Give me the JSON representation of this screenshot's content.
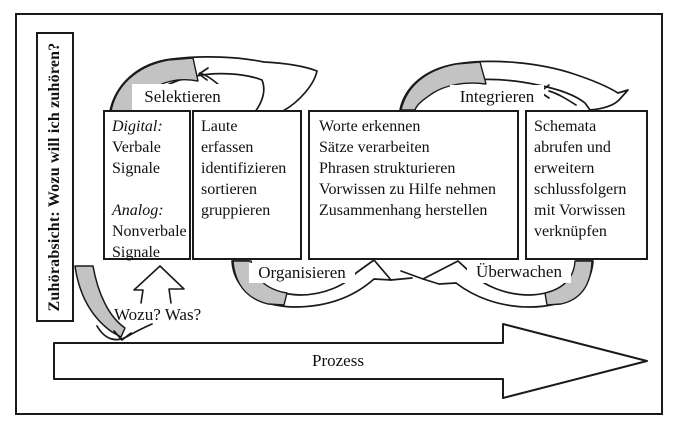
{
  "intention": {
    "label": "Zuhörabsicht: Wozu will ich zuhören?"
  },
  "boxes": {
    "signale": {
      "lines": [
        "Digital:",
        "Verbale",
        "Signale",
        "",
        "Analog:",
        "Nonverbale",
        "Signale"
      ]
    },
    "laute": {
      "lines": [
        "Laute",
        "erfassen",
        "identifizieren",
        "sortieren",
        "gruppieren"
      ]
    },
    "verarbeitung": {
      "lines": [
        "Worte erkennen",
        "Sätze verarbeiten",
        "Phrasen strukturieren",
        "Vorwissen zu Hilfe nehmen",
        "Zusammenhang herstellen"
      ]
    },
    "schemata": {
      "lines": [
        "Schemata",
        "abrufen und",
        "erweitern",
        "schlussfolgern",
        "mit Vorwissen",
        "verknüpfen"
      ]
    }
  },
  "process_labels": {
    "selektieren": "Selektieren",
    "organisieren": "Organisieren",
    "ueberwachen": "Überwachen",
    "integrieren": "Integrieren"
  },
  "annotations": {
    "wozu_was": "Wozu? Was?",
    "prozess": "Prozess"
  },
  "colors": {
    "arrow_gray": "#c3c3c3",
    "line_black": "#1a1a1a",
    "background": "#ffffff"
  }
}
